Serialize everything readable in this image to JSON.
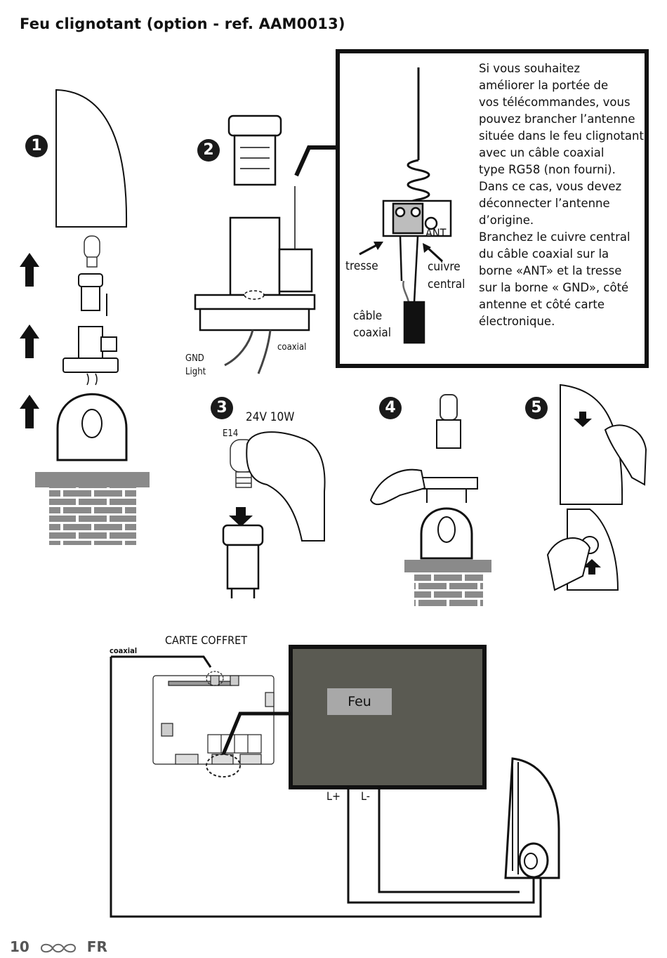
{
  "title": "Feu clignotant (option - ref. AAM0013)",
  "steps": [
    "1",
    "2",
    "3",
    "4",
    "5"
  ],
  "step2_labels": {
    "gnd": "GND",
    "light": "Light",
    "coaxial": "coaxial"
  },
  "info_box": {
    "text": "Si vous souhaitez\naméliorer la portée de\nvos télécommandes, vous\npouvez brancher l’antenne\nsituée dans le feu clignotant\navec un câble coaxial\ntype RG58 (non fourni).\nDans ce cas, vous devez\ndéconnecter l’antenne\nd’origine.\nBranchez le cuivre central\ndu câble coaxial sur la\nborne «ANT» et la tresse\nsur la borne « GND», côté\nantenne et côté carte\nélectronique.",
    "label_ant": "ANT",
    "label_tresse": "tresse",
    "label_cuivre": "cuivre",
    "label_central": "central",
    "label_cable": "câble",
    "label_coaxial": "coaxial"
  },
  "step3_labels": {
    "power": "24V 10W",
    "socket": "E14"
  },
  "board": {
    "title": "CARTE COFFRET",
    "coaxial_label": "coaxial",
    "photo_label": "Feu",
    "l_plus": "L+",
    "l_minus": "L-"
  },
  "footer": {
    "page": "10",
    "lang": "FR"
  }
}
